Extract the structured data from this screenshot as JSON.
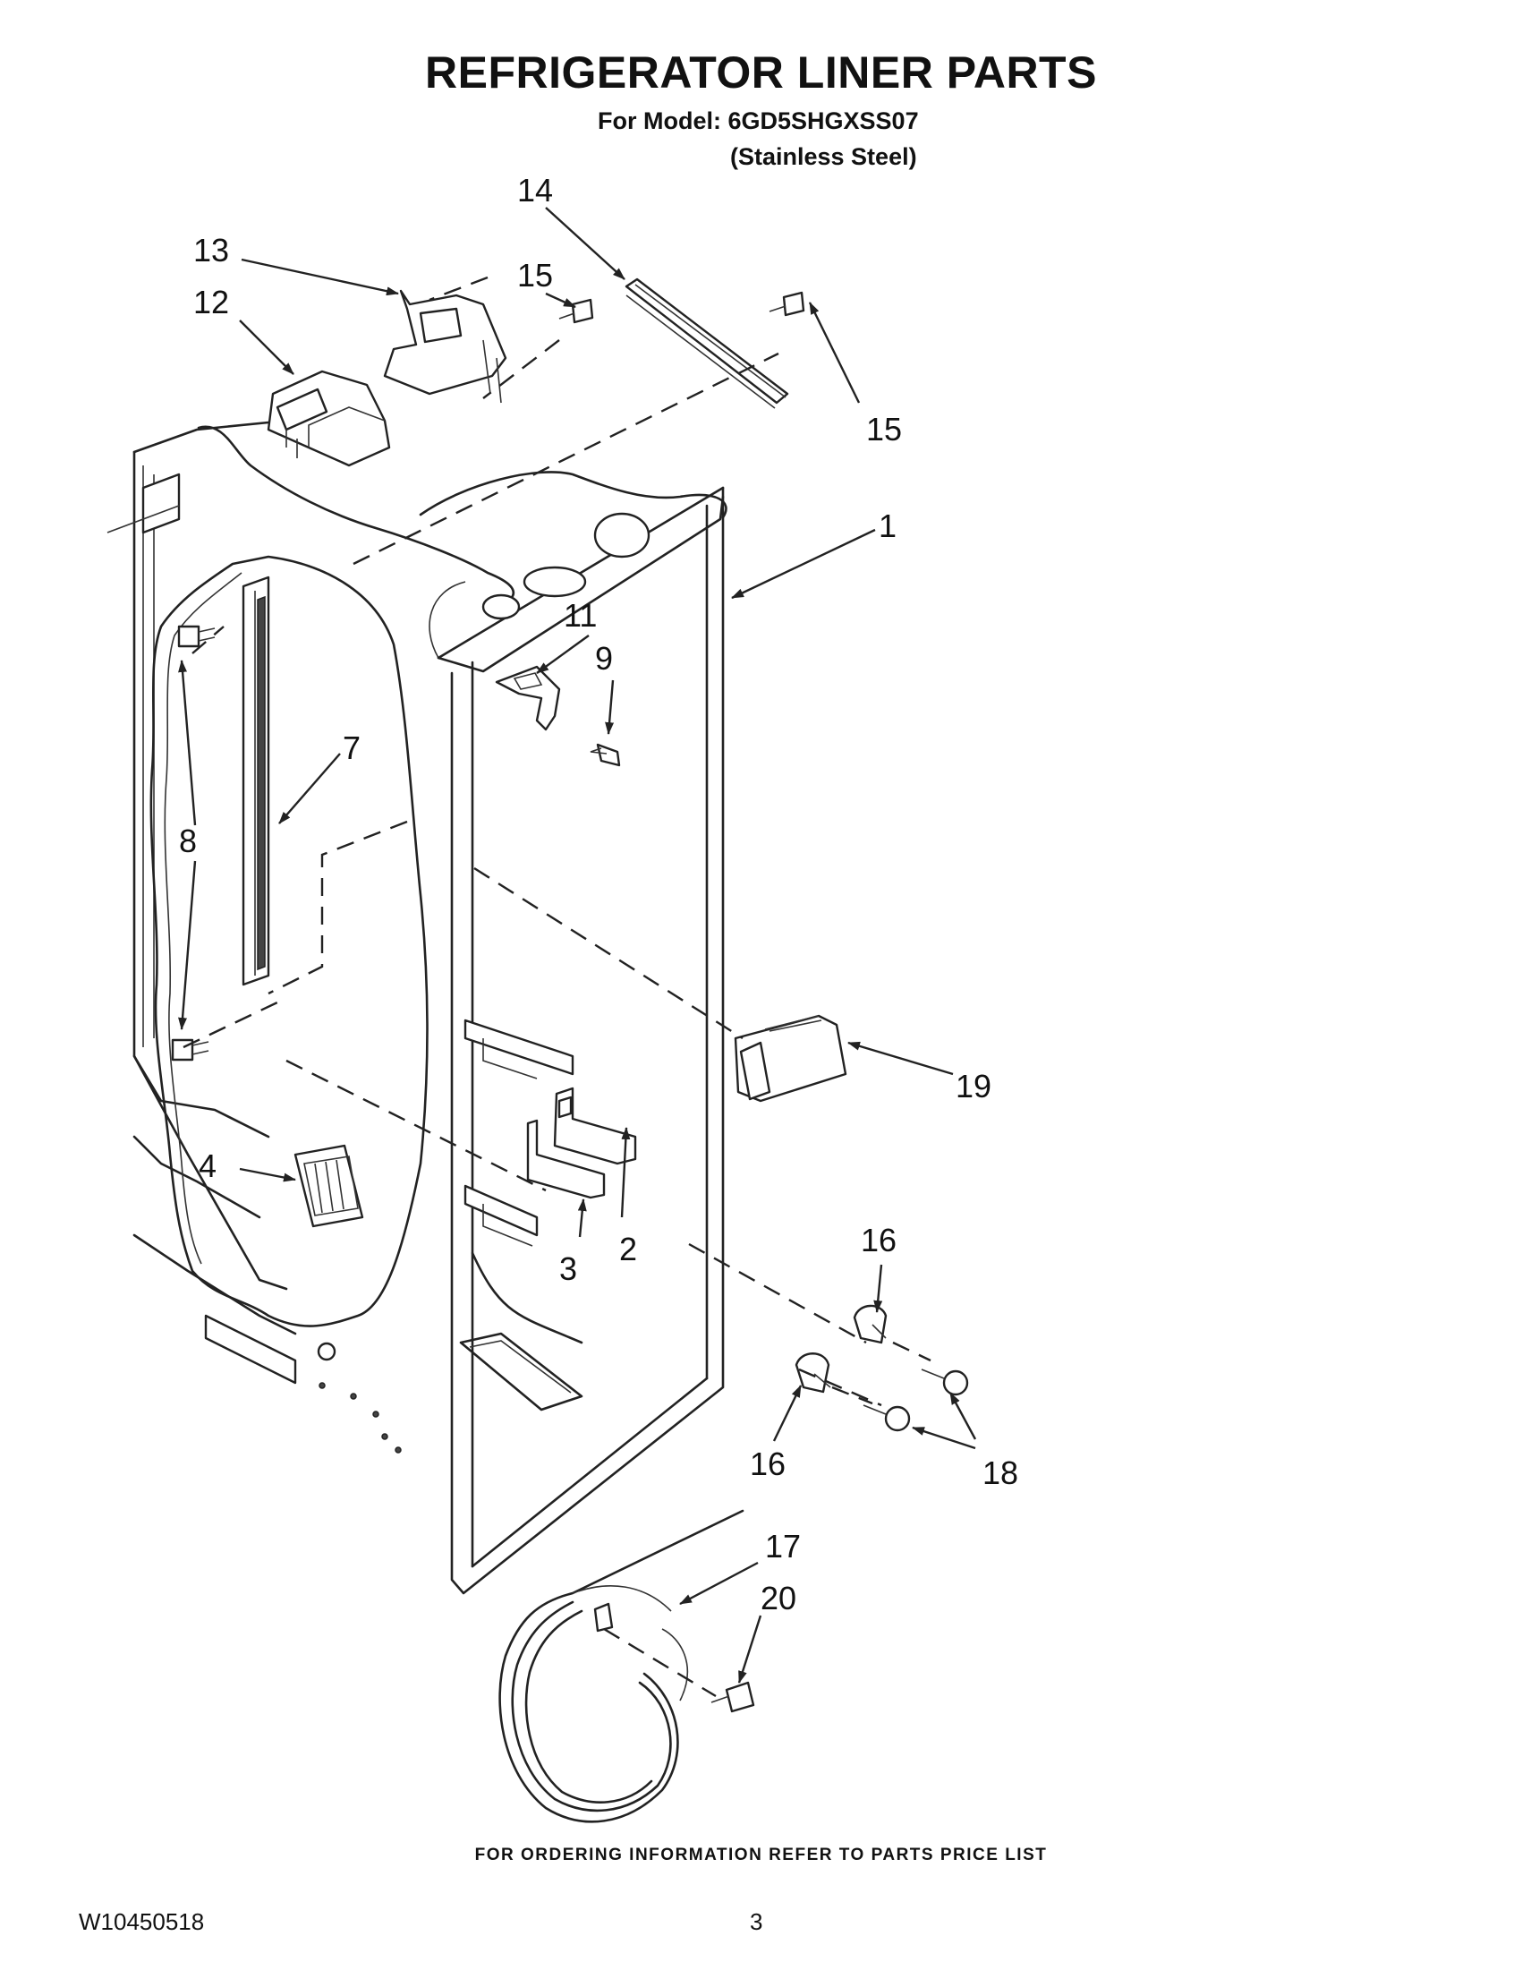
{
  "header": {
    "title": "REFRIGERATOR LINER PARTS",
    "model": "For Model: 6GD5SHGXSS07",
    "variant": "(Stainless Steel)"
  },
  "callouts": [
    "1",
    "2",
    "3",
    "4",
    "7",
    "8",
    "9",
    "11",
    "12",
    "13",
    "14",
    "15",
    "15",
    "16",
    "16",
    "17",
    "18",
    "19",
    "20"
  ],
  "footer": {
    "note": "FOR ORDERING INFORMATION REFER TO PARTS PRICE LIST",
    "doc_number": "W10450518",
    "page_number": "3"
  }
}
